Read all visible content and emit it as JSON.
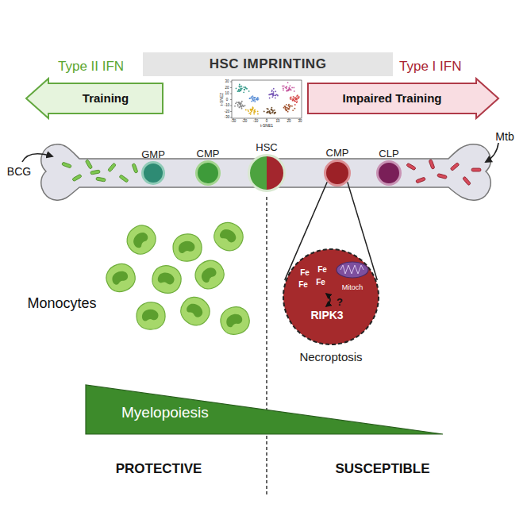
{
  "diagram": {
    "title": "HSC IMPRINTING",
    "nodes": [
      {
        "text": [
          "Type II IFN",
          "Training"
        ]
      },
      {
        "text": [
          "Type I IFN",
          "Impaired Training"
        ]
      },
      {
        "text": [
          "GMP"
        ]
      },
      {
        "text": [
          "CMP"
        ]
      },
      {
        "text": [
          "HSC"
        ]
      },
      {
        "text": [
          "CMP"
        ]
      },
      {
        "text": [
          "CLP"
        ]
      },
      {
        "text": [
          "Necroptosis"
        ]
      },
      {
        "text": [
          "Mitoch"
        ],
        "in": 7
      },
      {
        "text": [
          "Myelopoiesis"
        ]
      }
    ],
    "edges": [
      {
        "from": 5,
        "to": 7,
        "arrow": "none"
      }
    ],
    "labels": [
      "BCG",
      "Mtb",
      "Monocytes",
      "Fe",
      "Fe",
      "Fe",
      "Fe",
      "?",
      "RIPK3",
      "PROTECTIVE",
      "SUSCEPTIBLE",
      "t-SNE2",
      "t-SNE1",
      "30",
      "20",
      "10",
      "0",
      "-10",
      "-20",
      "-30",
      "-30",
      "-20",
      "-10",
      "0",
      "10",
      "20",
      "30"
    ]
  }
}
